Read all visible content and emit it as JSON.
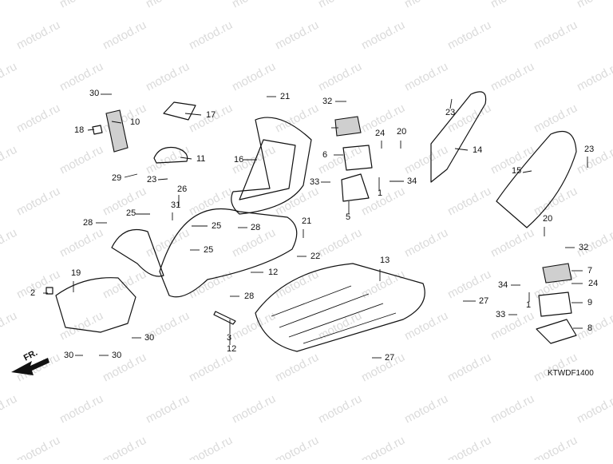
{
  "watermark": "motod.ru",
  "diagram_code": "KTWDF1400",
  "direction_label": "FR.",
  "callouts": [
    "1",
    "2",
    "3",
    "5",
    "6",
    "7",
    "8",
    "9",
    "10",
    "11",
    "12",
    "13",
    "14",
    "15",
    "16",
    "17",
    "18",
    "19",
    "20",
    "21",
    "22",
    "23",
    "24",
    "25",
    "26",
    "27",
    "28",
    "29",
    "30",
    "31",
    "32",
    "33",
    "34"
  ]
}
